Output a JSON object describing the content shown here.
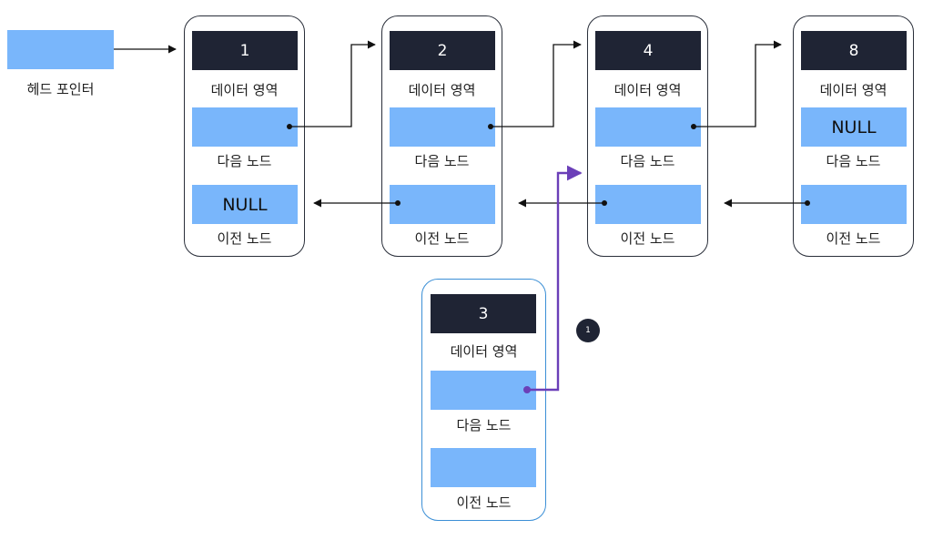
{
  "head": {
    "label": "헤드 포인터"
  },
  "nodes": [
    {
      "value": "1",
      "data_label": "데이터 영역",
      "next_label": "다음 노드",
      "next_value": "",
      "prev_label": "이전 노드",
      "prev_value": "NULL"
    },
    {
      "value": "2",
      "data_label": "데이터 영역",
      "next_label": "다음 노드",
      "next_value": "",
      "prev_label": "이전 노드",
      "prev_value": ""
    },
    {
      "value": "4",
      "data_label": "데이터 영역",
      "next_label": "다음 노드",
      "next_value": "",
      "prev_label": "이전 노드",
      "prev_value": ""
    },
    {
      "value": "8",
      "data_label": "데이터 영역",
      "next_label": "다음 노드",
      "next_value": "NULL",
      "prev_label": "이전 노드",
      "prev_value": ""
    }
  ],
  "new_node": {
    "value": "3",
    "data_label": "데이터 영역",
    "next_label": "다음 노드",
    "prev_label": "이전 노드"
  },
  "step_badge": "1",
  "colors": {
    "data_box": "#1f2434",
    "pointer_box": "#79b6fb",
    "node_border": "#2a2f3a",
    "new_node_border": "#3b8fd6",
    "new_link": "#6b3fb8",
    "arrow": "#111111"
  }
}
